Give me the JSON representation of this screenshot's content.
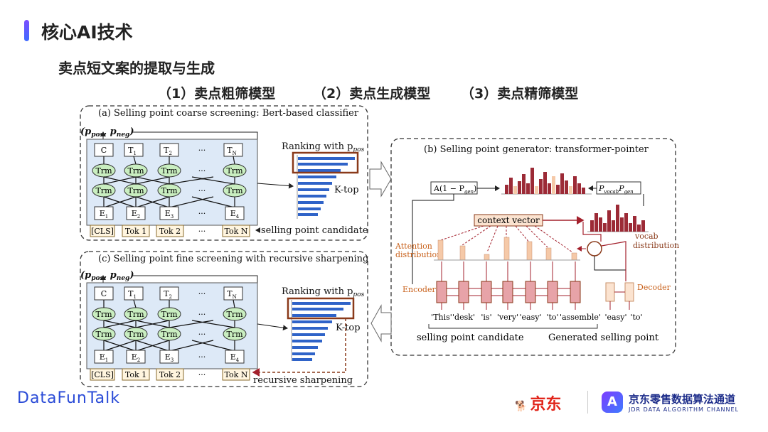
{
  "header": {
    "title": "核心AI技术",
    "subtitle": "卖点短文案的提取与生成"
  },
  "models": [
    {
      "label": "（1）卖点粗筛模型"
    },
    {
      "label": "（2）卖点生成模型"
    },
    {
      "label": "（3）卖点精筛模型"
    }
  ],
  "panel_a": {
    "title": "(a) Selling point coarse screening: Bert-based classifier",
    "output": "(p",
    "output_sub1": "pos",
    "output_mid": ", p",
    "output_sub2": "neg",
    "output_end": ")",
    "top_tokens": [
      "C",
      "T",
      "T",
      "···",
      "T"
    ],
    "top_subs": [
      "",
      "1",
      "2",
      "",
      "N"
    ],
    "trm": "Trm",
    "dots": "···",
    "emb_tokens": [
      "E",
      "E",
      "E",
      "···",
      "E"
    ],
    "emb_subs": [
      "1",
      "2",
      "3",
      "",
      "4"
    ],
    "inputs": [
      "[CLS]",
      "Tok 1",
      "Tok 2",
      "···",
      "Tok N"
    ],
    "ranking_label": "Ranking with p",
    "ranking_sub": "pos",
    "ktop": "K-top",
    "candidate_label": "selling point candidate"
  },
  "panel_b": {
    "title": "(b) Selling point generator: transformer-pointer",
    "gate_left": "A(1 − P",
    "gate_left_sub": "gen",
    "gate_left_end": ")",
    "gate_right": "P",
    "gate_right_sub1": "vocab",
    "gate_right_mid": "P",
    "gate_right_sub2": "gen",
    "context": "context vector",
    "attention_1": "Attention",
    "attention_2": "distribution",
    "vocab_1": "vocab",
    "vocab_2": "distribution",
    "encoder": "Encoder",
    "decoder": "Decoder",
    "enc_words": [
      "'This'",
      "'desk'",
      "'is'",
      "'very'",
      "'easy'",
      "'to'",
      "'assemble'"
    ],
    "dec_words": [
      "'easy'",
      "'to'"
    ],
    "candidate": "selling point candidate",
    "generated": "Generated selling point"
  },
  "panel_c": {
    "title": "(c) Selling point fine screening with recursive sharpening",
    "recursive": "recursive sharpening"
  },
  "footer": {
    "brand": "DataFunTalk",
    "jd": "京东",
    "jdr_badge": "A",
    "jdr_name": "京东零售数据算法通道",
    "jdr_sub": "JDR DATA ALGORITHM CHANNEL"
  },
  "colors": {
    "accent": "#5b5cff",
    "bert_bg": "#dde9f7",
    "trm_green": "#c9eec0",
    "bar_blue": "#2f63c8",
    "highlight_brown": "#8a3a1a",
    "attention_peach": "#f5c9a8",
    "vocab_maroon": "#9c2a36",
    "encoder_pink": "#e7a3a8"
  }
}
